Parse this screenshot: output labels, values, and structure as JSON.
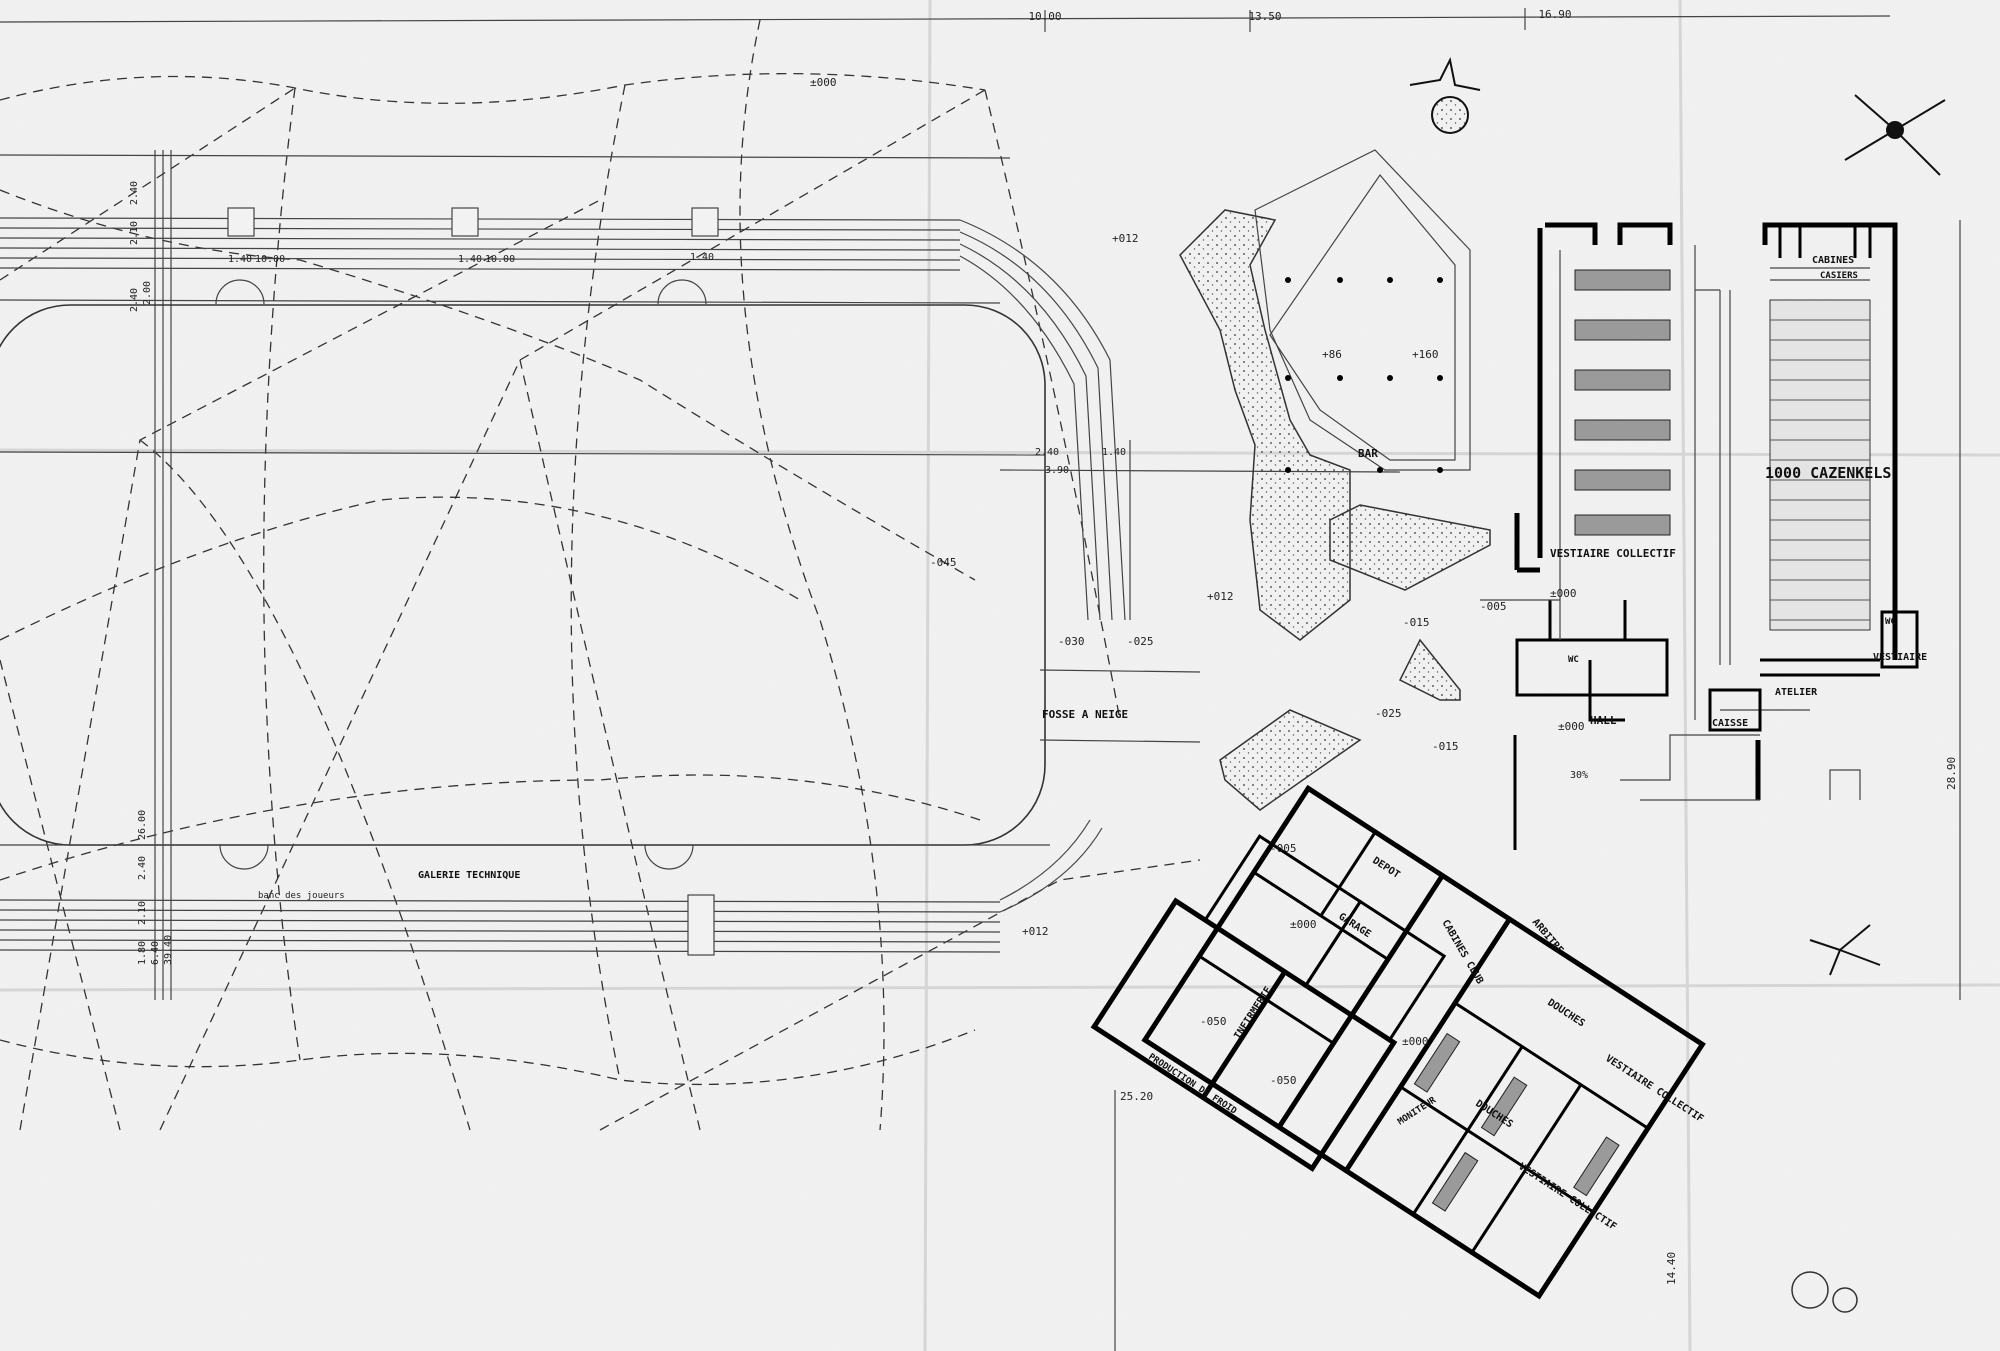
{
  "header_dims": [
    "10.00",
    "13.50",
    "16.90"
  ],
  "side_dims": {
    "right_total": "28.90",
    "bottom_left": "25.20",
    "bottom_right": "14.40"
  },
  "track_dims": {
    "top_a": "2.40",
    "top_b": "2.10",
    "top_c": "2.40",
    "top_d": "2.00",
    "mid_a": "1.40",
    "mid_b": "10.00",
    "mid_c": "1.40",
    "mid_d": "10.00",
    "mid_e": "1.40",
    "center_a": "2.40",
    "center_b": "3.90",
    "center_c": "1.40",
    "rink_w": "26.00",
    "bot_a": "2.40",
    "bot_b": "2.10",
    "bot_c": "1.80",
    "bot_d": "6.40",
    "bot_e": "39.40"
  },
  "levels": {
    "top": "±000",
    "l012a": "+012",
    "l86": "+86",
    "l160": "+160",
    "rink": "-045",
    "l030": "-030",
    "l025a": "-025",
    "l012b": "+012",
    "l015a": "-015",
    "l005a": "-005",
    "hall0": "±000",
    "l025b": "-025",
    "l015b": "-015",
    "hall1": "±000",
    "l005b": "-005",
    "garage0": "±000",
    "l012c": "+012",
    "l050a": "-050",
    "l050b": "-050",
    "inf0": "±000",
    "slope": "30%"
  },
  "rooms": {
    "bar": "BAR",
    "vestiaire_collectif_1": "VESTIAIRE  COLLECTIF",
    "cazenkels": "1000 CAZENKELS",
    "cabines": "CABINES",
    "casiers": "CASIERS",
    "wc": "WC",
    "vestiaire": "VESTIAIRE",
    "atelier": "ATELIER",
    "caisse": "CAISSE",
    "hall": "HALL",
    "fosse": "FOSSE A NEIGE",
    "galerie": "GALERIE  TECHNIQUE",
    "banc": "banc des joueurs",
    "depot": "DEPOT",
    "garage": "GARAGE",
    "cabines_club": "CABINES CLUB",
    "arbitre": "ARBITRE",
    "douches_1": "DOUCHES",
    "douches_2": "DOUCHES",
    "infirmerie": "INFIRMERIE",
    "production_froid": "PRODUCTION DE FROID",
    "moniteur": "MONITEUR",
    "vestiaire_collectif_2": "VESTIAIRE COLLECTIF",
    "vestiaire_collectif_3": "VESTIAIRE COLLECTIF"
  }
}
